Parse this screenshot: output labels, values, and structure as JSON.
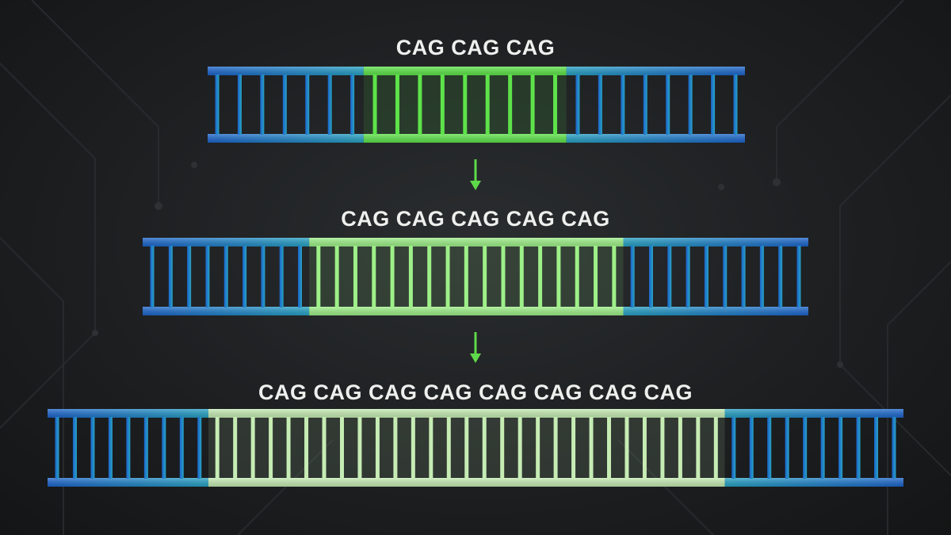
{
  "colors": {
    "flank_dark": "#1f6fd0",
    "flank_mid": "#2597c4",
    "repeat_start": "#4fd63a",
    "repeat_mid": "#8ef07a",
    "repeat_light": "#c8eeb0",
    "arrow": "#5fd94a",
    "background": "#1d1f21"
  },
  "stages": [
    {
      "label": "CAG CAG CAG",
      "repeat_count": 3,
      "rungs_total": 24,
      "rungs_repeat": 9,
      "repeat_color": "#5ee34a"
    },
    {
      "label": "CAG CAG CAG CAG CAG",
      "repeat_count": 5,
      "rungs_total": 36,
      "rungs_repeat": 17,
      "repeat_color": "#9ef088"
    },
    {
      "label": "CAG CAG CAG CAG CAG CAG CAG CAG",
      "repeat_count": 8,
      "rungs_total": 48,
      "rungs_repeat": 29,
      "repeat_color": "#c6ecb4"
    }
  ],
  "arrows": [
    {
      "icon": "arrow-down-icon"
    },
    {
      "icon": "arrow-down-icon"
    }
  ]
}
